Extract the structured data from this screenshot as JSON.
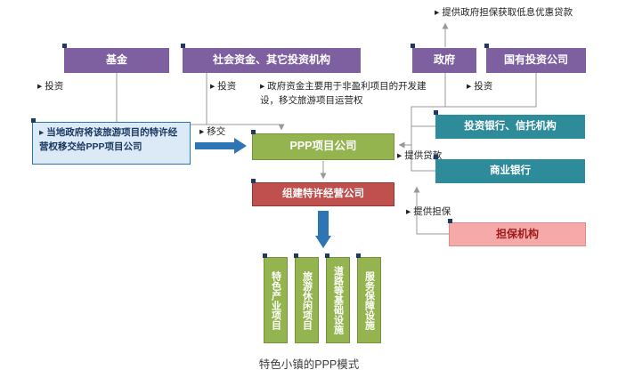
{
  "caption": "特色小镇的PPP模式",
  "colors": {
    "purple": "#7E60A0",
    "green": "#94B44F",
    "green_border": "#76923C",
    "red": "#C0504D",
    "red_border": "#953735",
    "teal": "#2E8B9A",
    "pink": "#F5A9A9",
    "pink_border": "#D98C8C",
    "pink_text": "#9E1B1B",
    "note_fill": "#DCE9F7",
    "note_border": "#2E75B6",
    "note_text": "#17375E",
    "arrow_blue": "#2E75B6",
    "line_gray": "#999999"
  },
  "nodes": {
    "fund": "基金",
    "social_capital": "社会资金、其它投资机构",
    "government": "政府",
    "state_owned_investor": "国有投资公司",
    "ppp_company": "PPP项目公司",
    "franchise_company": "组建特许经营公司",
    "investment_bank": "投资银行、信托机构",
    "commercial_bank": "商业银行",
    "guarantee_agency": "担保机构",
    "industry_project": "特色产业项目",
    "leisure_project": "旅游休闲项目",
    "infrastructure": "道路等基础设施",
    "service_facility": "服务保障设施"
  },
  "annotations": {
    "gov_guarantee": "▸ 提供政府担保获取低息优惠贷款",
    "invest_fund": "▸ 投资",
    "invest_social": "▸ 投资",
    "gov_fund_note": "▸ 政府资金主要用于非盈利项目的开发建设，移交旅游项目运营权",
    "invest_gov": "▸ 投资",
    "franchise_note": "▸ 当地政府将该旅游项目的特许经营权移交给PPP项目公司",
    "transfer": "▸ 移交",
    "provide_loan": "▸ 提供贷款",
    "provide_guarantee": "▸ 提供担保"
  }
}
